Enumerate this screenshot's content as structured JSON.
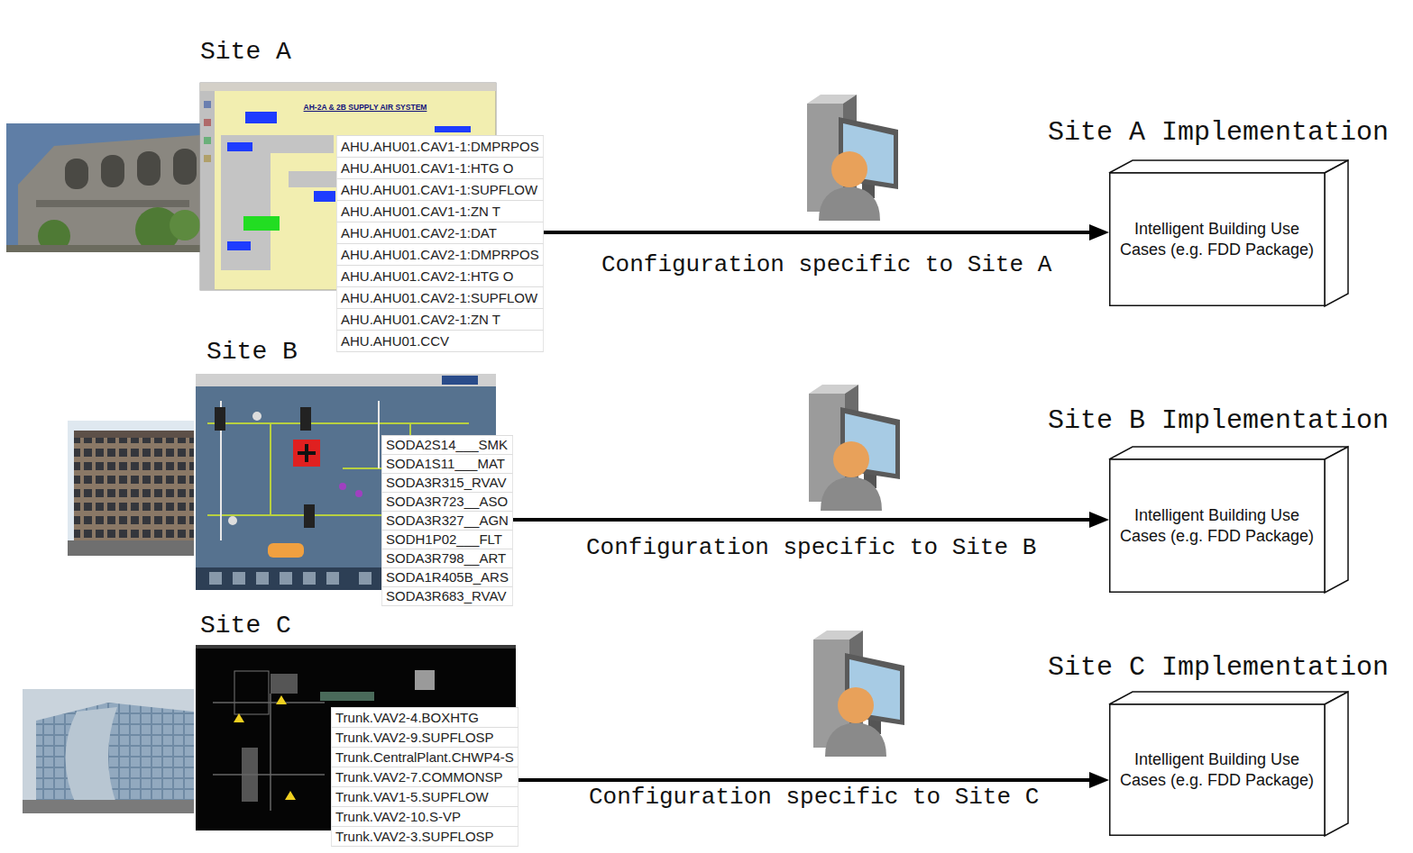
{
  "diagram": {
    "nodes": [
      {
        "text": [
          "Site A",
          "AHU.AHU01.CAV1-1:DMPRPOS",
          "AHU.AHU01.CAV1-1:HTG O",
          "AHU.AHU01.CAV1-1:SUPFLOW",
          "AHU.AHU01.CAV1-1:ZN T",
          "AHU.AHU01.CAV2-1:DAT",
          "AHU.AHU01.CAV2-1:DMPRPOS",
          "AHU.AHU01.CAV2-1:HTG O",
          "AHU.AHU01.CAV2-1:SUPFLOW",
          "AHU.AHU01.CAV2-1:ZN T",
          "AHU.AHU01.CCV"
        ]
      },
      {
        "text": [
          "Site A Implementation",
          "Intelligent Building Use Cases (e.g. FDD Package)"
        ]
      },
      {
        "text": [
          "Site B",
          "SODA2S14___SMK",
          "SODA1S11___MAT",
          "SODA3R315_RVAV",
          "SODA3R723__ASO",
          "SODA3R327__AGN",
          "SODH1P02___FLT",
          "SODA3R798__ART",
          "SODA1R405B_ARS",
          "SODA3R683_RVAV"
        ]
      },
      {
        "text": [
          "Site B Implementation",
          "Intelligent Building Use Cases (e.g. FDD Package)"
        ]
      },
      {
        "text": [
          "Site C",
          "Trunk.VAV2-4.BOXHTG",
          "Trunk.VAV2-9.SUPFLOSP",
          "Trunk.CentralPlant.CHWP4-S",
          "Trunk.VAV2-7.COMMONSP",
          "Trunk.VAV1-5.SUPFLOW",
          "Trunk.VAV2-10.S-VP",
          "Trunk.VAV2-3.SUPFLOSP"
        ]
      },
      {
        "text": [
          "Site C Implementation",
          "Intelligent Building Use Cases (e.g. FDD Package)"
        ]
      }
    ],
    "edges": [
      {
        "from": 0,
        "to": 1,
        "arrow": "to",
        "label": "Configuration specific to Site A"
      },
      {
        "from": 2,
        "to": 3,
        "arrow": "to",
        "label": "Configuration specific to Site B"
      },
      {
        "from": 4,
        "to": 5,
        "arrow": "to",
        "label": "Configuration specific to Site C"
      }
    ],
    "labels": [
      "AH-2A & 2B SUPPLY AIR SYSTEM"
    ]
  }
}
